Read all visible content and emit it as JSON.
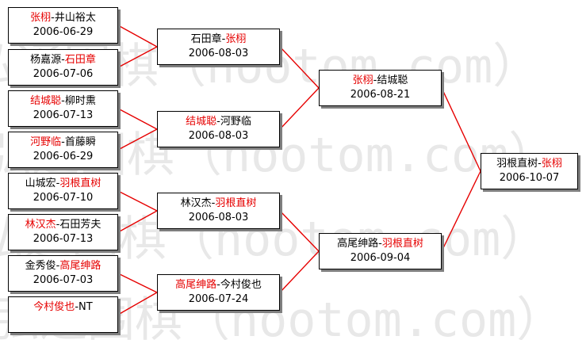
{
  "watermark": {
    "text": "弘通围棋（hootom.com）",
    "color": "#e8e8e8"
  },
  "colors": {
    "winner": "#e60000",
    "text": "#000000",
    "connector": "#e60000",
    "box_border": "#000000",
    "box_shadow": "#7f7f7f"
  },
  "rounds": [
    {
      "name": "round-1",
      "matches": [
        {
          "a": "张栩",
          "sep": "-",
          "b": "井山裕太",
          "winner": "a",
          "date": "2006-06-29"
        },
        {
          "a": "杨嘉源",
          "sep": "-",
          "b": "石田章",
          "winner": "b",
          "date": "2006-07-06"
        },
        {
          "a": "结城聪",
          "sep": "-",
          "b": "柳时熏",
          "winner": "a",
          "date": "2006-07-13"
        },
        {
          "a": "河野临",
          "sep": "-",
          "b": "首藤瞬",
          "winner": "a",
          "date": "2006-06-29"
        },
        {
          "a": "山城宏",
          "sep": "-",
          "b": "羽根直树",
          "winner": "b",
          "date": "2006-07-10"
        },
        {
          "a": "林汉杰",
          "sep": "-",
          "b": "石田芳夫",
          "winner": "a",
          "date": "2006-07-13"
        },
        {
          "a": "金秀俊",
          "sep": "-",
          "b": "高尾绅路",
          "winner": "b",
          "date": "2006-07-03"
        },
        {
          "a": "今村俊也",
          "sep": "-",
          "b": "NT",
          "winner": "a",
          "date": ""
        }
      ]
    },
    {
      "name": "round-2",
      "matches": [
        {
          "a": "石田章",
          "sep": "-",
          "b": "张栩",
          "winner": "b",
          "date": "2006-08-03"
        },
        {
          "a": "结城聪",
          "sep": "-",
          "b": "河野临",
          "winner": "a",
          "date": "2006-08-03"
        },
        {
          "a": "林汉杰",
          "sep": "-",
          "b": "羽根直树",
          "winner": "b",
          "date": "2006-08-03"
        },
        {
          "a": "高尾绅路",
          "sep": "-",
          "b": "今村俊也",
          "winner": "a",
          "date": "2006-07-24"
        }
      ]
    },
    {
      "name": "semifinal",
      "matches": [
        {
          "a": "张栩",
          "sep": "-",
          "b": "结城聪",
          "winner": "a",
          "date": "2006-08-21"
        },
        {
          "a": "高尾绅路",
          "sep": "-",
          "b": "羽根直树",
          "winner": "b",
          "date": "2006-09-04"
        }
      ]
    },
    {
      "name": "final",
      "matches": [
        {
          "a": "羽根直树",
          "sep": "-",
          "b": "张栩",
          "winner": "b",
          "date": "2006-10-07"
        }
      ]
    }
  ]
}
